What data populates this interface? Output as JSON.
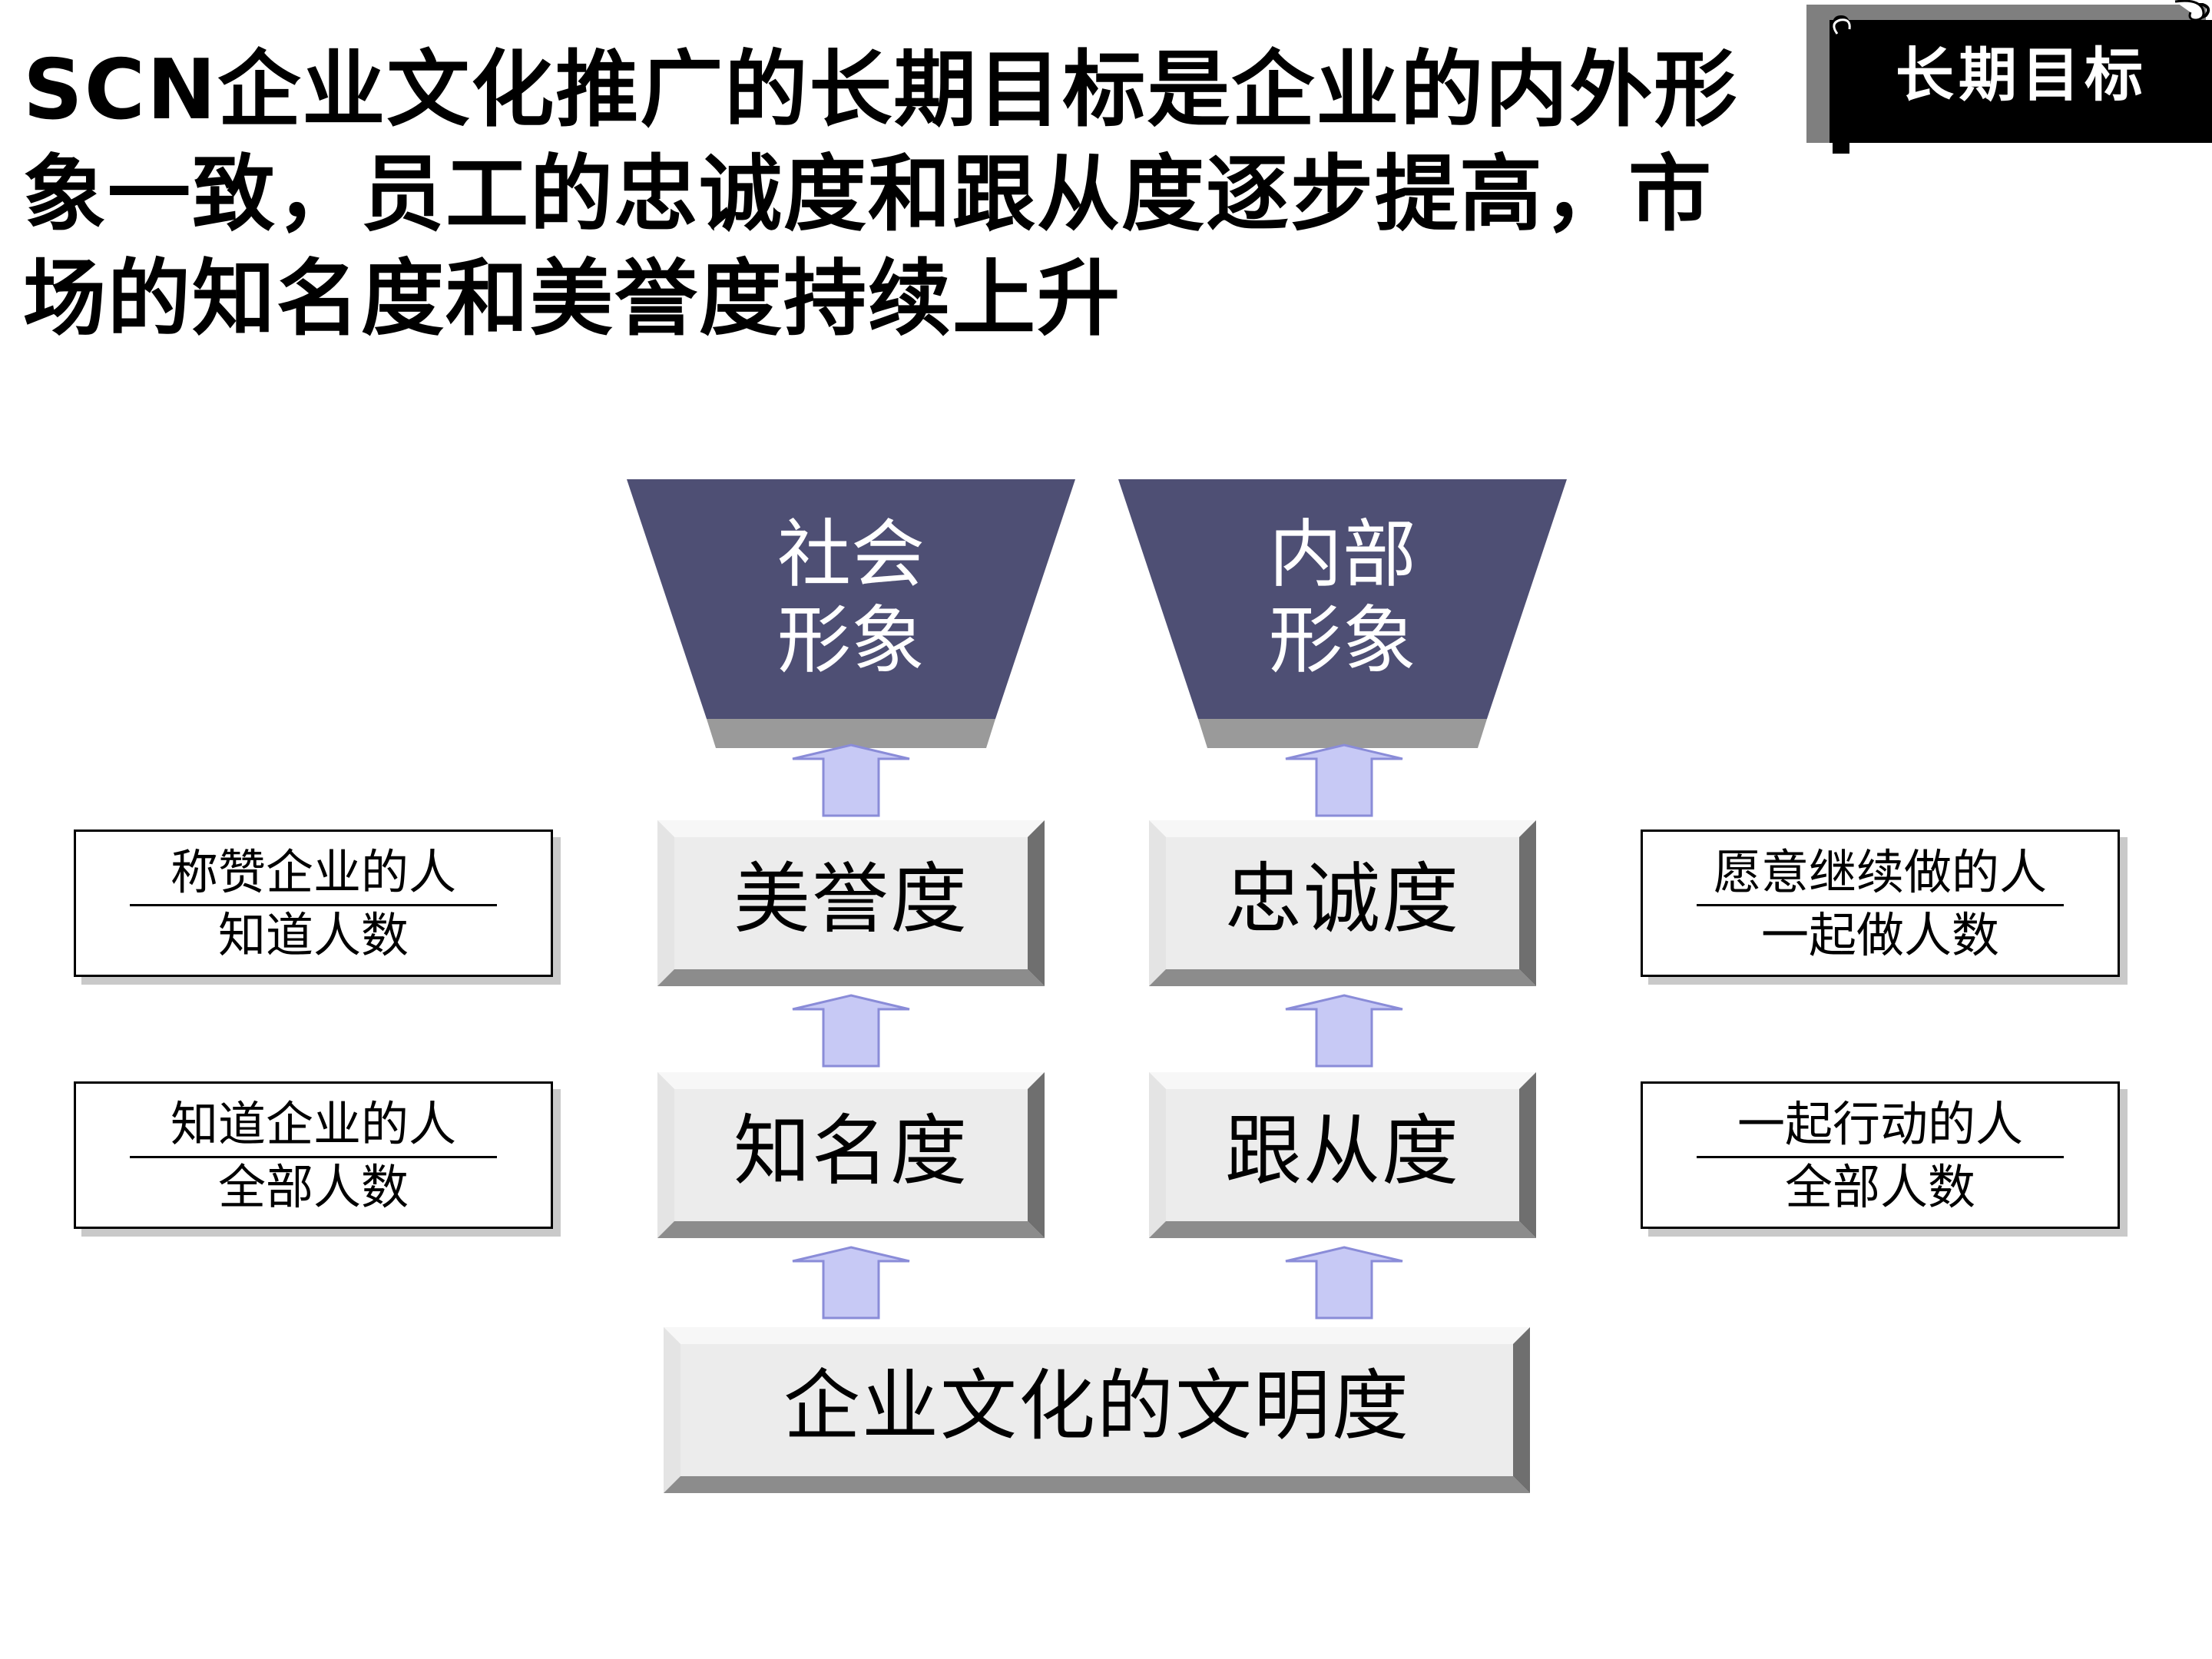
{
  "title": "SCN企业文化推广的长期目标是企业的内外形象一致，员工的忠诚度和跟从度逐步提高，市场的知名度和美誉度持续上升",
  "badge": {
    "label": "长期目标"
  },
  "funnels": [
    {
      "line1": "社会",
      "line2": "形象"
    },
    {
      "line1": "内部",
      "line2": "形象"
    }
  ],
  "metrics": {
    "reputation": "美誉度",
    "loyalty": "忠诚度",
    "awareness": "知名度",
    "followership": "跟从度",
    "civilization": "企业文化的文明度"
  },
  "formulas": [
    {
      "numerator": "称赞企业的人",
      "denominator": "知道人数"
    },
    {
      "numerator": "知道企业的人",
      "denominator": "全部人数"
    },
    {
      "numerator": "愿意继续做的人",
      "denominator": "一起做人数"
    },
    {
      "numerator": "一起行动的人",
      "denominator": "全部人数"
    }
  ],
  "colors": {
    "funnel": "#4e4f74",
    "funnel_base": "#9a9a9a",
    "arrow_fill": "#c7c9f5",
    "arrow_stroke": "#8a8cd8",
    "bevel_face": "#ececec",
    "badge": "#000000"
  }
}
